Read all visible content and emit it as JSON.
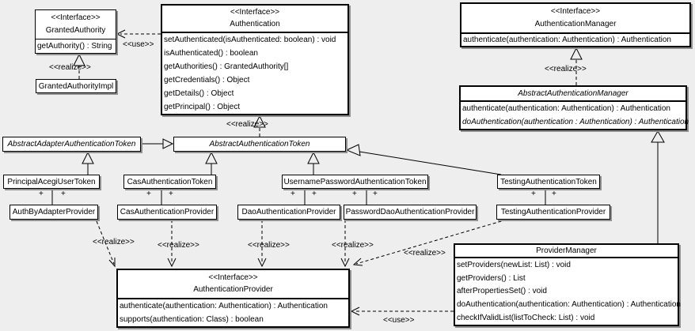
{
  "labels": {
    "use": "<<use>>",
    "realize": "<<realize>>",
    "plus": "+"
  },
  "classes": {
    "granted_authority": {
      "stereotype": "<<Interface>>",
      "name": "GrantedAuthority",
      "methods": [
        "getAuthority() : String"
      ]
    },
    "granted_authority_impl": {
      "name": "GrantedAuthorityImpl"
    },
    "authentication": {
      "stereotype": "<<Interface>>",
      "name": "Authentication",
      "methods": [
        "setAuthenticated(isAuthenticated: boolean) : void",
        "isAuthenticated() : boolean",
        "getAuthorities() : GrantedAuthority[]",
        "getCredentials() : Object",
        "getDetails() : Object",
        "getPrincipal() : Object"
      ]
    },
    "authentication_manager": {
      "stereotype": "<<Interface>>",
      "name": "AuthenticationManager",
      "methods": [
        "authenticate(authentication: Authentication) : Authentication"
      ]
    },
    "abstract_authentication_manager": {
      "name": "AbstractAuthenticationManager",
      "methods": [
        "authenticate(authentication: Authentication) : Authentication",
        "doAuthentication(authentication : Authentication) : Authentication"
      ]
    },
    "abstract_adapter_authentication_token": {
      "name": "AbstractAdapterAuthenticationToken"
    },
    "abstract_authentication_token": {
      "name": "AbstractAuthenticationToken"
    },
    "principal_acegi_user_token": {
      "name": "PrincipalAcegiUserToken"
    },
    "cas_authentication_token": {
      "name": "CasAuthenticationToken"
    },
    "username_password_authentication_token": {
      "name": "UsernamePasswordAuthenticationToken"
    },
    "testing_authentication_token": {
      "name": "TestingAuthenticationToken"
    },
    "auth_by_adapter_provider": {
      "name": "AuthByAdapterProvider"
    },
    "cas_authentication_provider": {
      "name": "CasAuthenticationProvider"
    },
    "dao_authentication_provider": {
      "name": "DaoAuthenticationProvider"
    },
    "password_dao_authentication_provider": {
      "name": "PasswordDaoAuthenticationProvider"
    },
    "testing_authentication_provider": {
      "name": "TestingAuthenticationProvider"
    },
    "authentication_provider": {
      "stereotype": "<<Interface>>",
      "name": "AuthenticationProvider",
      "methods": [
        "authenticate(authentication: Authentication) : Authentication",
        "supports(authentication: Class) : boolean"
      ]
    },
    "provider_manager": {
      "name": "ProviderManager",
      "methods": [
        "setProviders(newList: List) : void",
        "getProviders() : List",
        "afterPropertiesSet() : void",
        "doAuthentication(authentication: Authentication) : Authentication",
        "checkIfValidList(listToCheck: List) : void"
      ]
    }
  },
  "colors": {
    "background": "#eeeeee",
    "box_fill": "#ffffff",
    "line": "#000000",
    "shadow": "#909090"
  }
}
